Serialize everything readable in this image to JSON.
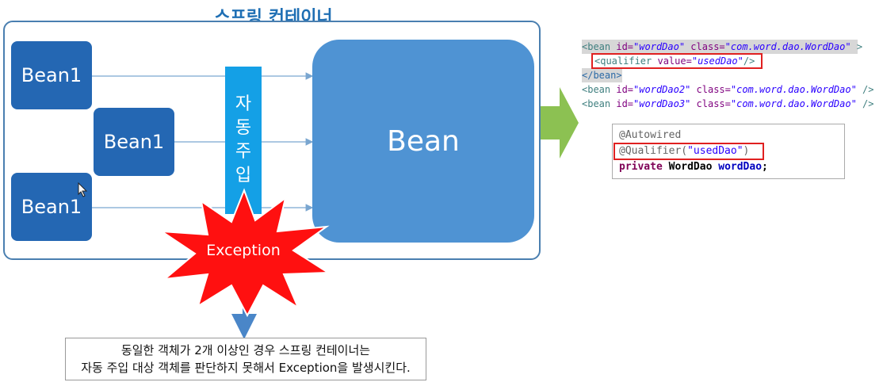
{
  "title": "스프링 컨테이너",
  "beans": [
    "Bean1",
    "Bean1",
    "Bean1"
  ],
  "target_bean": "Bean",
  "injection_chars": [
    "자",
    "동",
    "주",
    "입"
  ],
  "exception_label": "Exception",
  "caption": {
    "line1": "동일한 객체가 2개 이상인 경우 스프링 컨테이너는",
    "line2": "자동 주입 대상 객체를 판단하지 못해서 Exception을 발생시킨다."
  },
  "xml": {
    "bean1": {
      "open": "<bean ",
      "id_attr": "id=",
      "id_val": "\"wordDao\"",
      "class_attr": " class=",
      "class_val": "\"com.word.dao.WordDao\"",
      "close": " >"
    },
    "qualifier": {
      "open": "<qualifier ",
      "attr": "value=",
      "val": "\"usedDao\"",
      "close": "/>"
    },
    "bean_close": "</bean>",
    "bean2": {
      "open": "<bean ",
      "id_attr": "id=",
      "id_val": "\"wordDao2\"",
      "class_attr": " class=",
      "class_val": "\"com.word.dao.WordDao\"",
      "close": " />"
    },
    "bean3": {
      "open": "<bean ",
      "id_attr": "id=",
      "id_val": "\"wordDao3\"",
      "class_attr": " class=",
      "class_val": "\"com.word.dao.WordDao\"",
      "close": " />"
    }
  },
  "java": {
    "autowired": "@Autowired",
    "qualifier_ann": "@Qualifier(",
    "qualifier_val": "\"usedDao\"",
    "qualifier_end": ")",
    "kw_private": "private ",
    "type": "WordDao ",
    "field": "wordDao",
    "semicolon": ";"
  },
  "colors": {
    "bean_dark": "#2467b3",
    "bean_big": "#4f93d3",
    "inject": "#14a0e6",
    "arrow_green": "#8cc152",
    "exception_red": "#ff1010",
    "highlight_red": "#e02020"
  }
}
